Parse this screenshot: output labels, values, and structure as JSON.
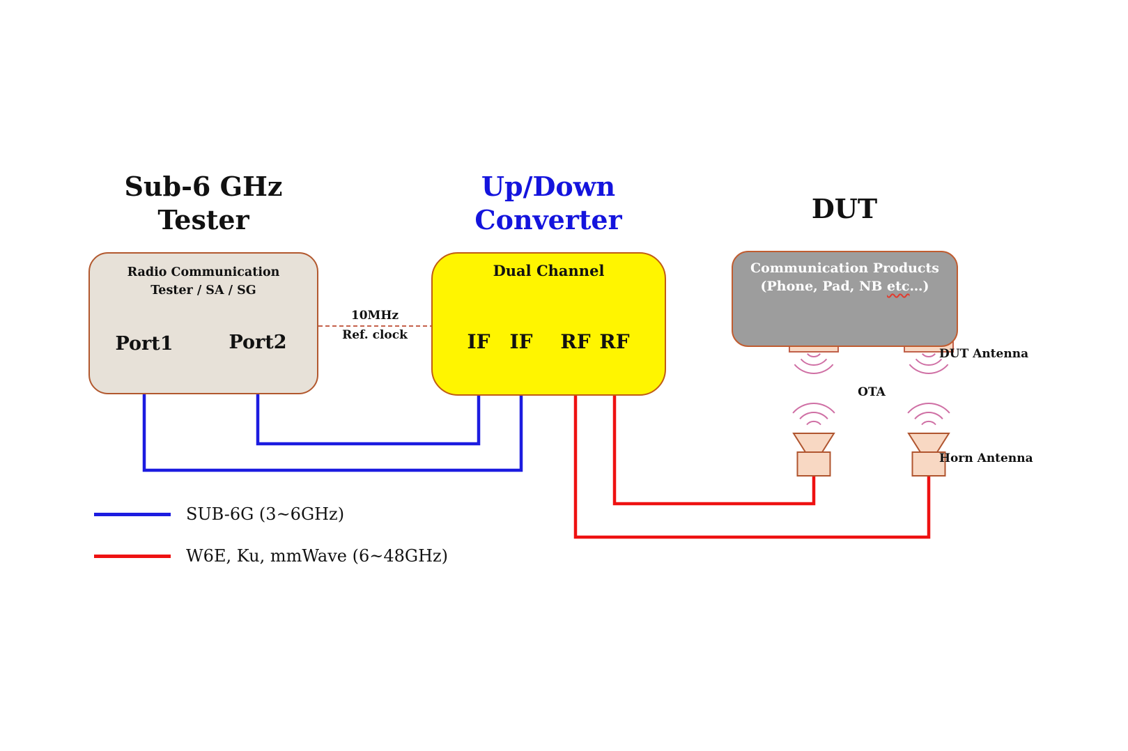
{
  "diagram": {
    "tester": {
      "title_line1": "Sub-6 GHz",
      "title_line2": "Tester",
      "box_line1": "Radio Communication",
      "box_line2": "Tester / SA / SG",
      "port1_label": "Port1",
      "port2_label": "Port2"
    },
    "converter": {
      "title_line1": "Up/Down",
      "title_line2": "Converter",
      "box_label": "Dual Channel",
      "ports": [
        "IF",
        "IF",
        "RF",
        "RF"
      ]
    },
    "ref_clock": {
      "line1": "10MHz",
      "line2": "Ref. clock"
    },
    "dut": {
      "title": "DUT",
      "box_line1": "Communication Products",
      "box_line2_prefix": "(Phone, Pad, NB ",
      "box_line2_etc": "etc",
      "box_line2_suffix": "…)",
      "dut_antenna_label": "DUT Antenna",
      "ota_label": "OTA",
      "horn_antenna_label": "Horn Antenna"
    },
    "legend": [
      {
        "label": "SUB-6G (3~6GHz)",
        "color": "#1c1ce0"
      },
      {
        "label": "W6E, Ku, mmWave (6~48GHz)",
        "color": "#ee1111"
      }
    ],
    "colors": {
      "sub6_line": "#1c1ce0",
      "mmwave_line": "#ee1111",
      "tester_box_fill": "#e7e1d8",
      "converter_box_fill": "#fff500",
      "dut_box_fill": "#9d9d9d",
      "box_border": "#b2582e",
      "port_connector_fill": "#ffeb00",
      "if_connector_fill": "#b3b3b3",
      "rf_connector_fill": "#f3cbc7",
      "antenna_fill": "#f8d8c3",
      "wave_color": "#cf6fa4",
      "ref_clock_dash": "#c4604a",
      "converter_title": "#1414dd"
    }
  }
}
